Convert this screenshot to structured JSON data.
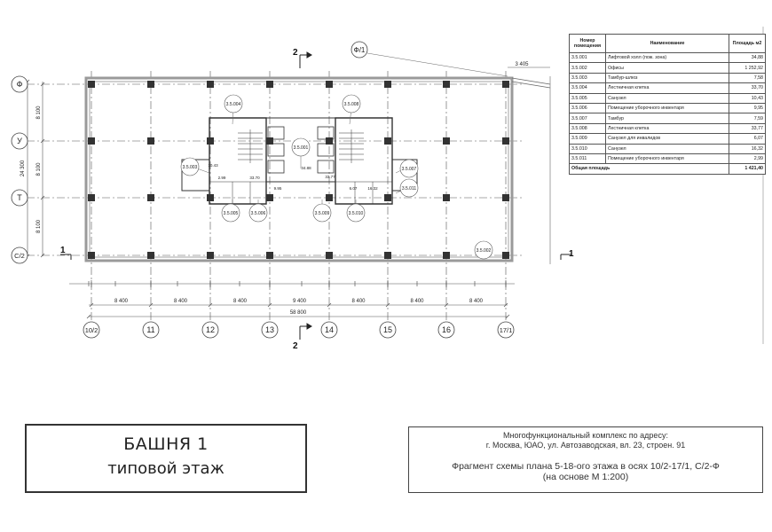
{
  "plan": {
    "section_mark": "2",
    "axis_left": [
      "Ф",
      "У",
      "Т",
      "С/2"
    ],
    "axis_bottom": [
      "10/2",
      "11",
      "12",
      "13",
      "14",
      "15",
      "16",
      "17/1"
    ],
    "axis_top_right": "Ф/1",
    "dim_top_right": "3 405",
    "dims_left": [
      "8 100",
      "8 100",
      "8 100"
    ],
    "dim_left_total": "24 300",
    "dims_bottom": [
      "8 400",
      "8 400",
      "8 400",
      "9 400",
      "8 400",
      "8 400",
      "8 400"
    ],
    "dim_bottom_total": "58 800",
    "side_mark": "1",
    "room_tags": [
      "3.5.004",
      "3.5.008",
      "3.5.001",
      "3.5.003",
      "3.5.007",
      "3.5.011",
      "3.5.005",
      "3.5.006",
      "3.5.009",
      "3.5.010",
      "3.5.002"
    ],
    "room_areas": [
      "2.99",
      "33.70",
      "9.95",
      "34.88",
      "10.43",
      "33.77",
      "6.07",
      "16.32"
    ]
  },
  "table": {
    "headers": [
      "Номер помещения",
      "Наименование",
      "Площадь м2"
    ],
    "rows": [
      [
        "3.5.001",
        "Лифтовой холл (пож. зона)",
        "34,88"
      ],
      [
        "3.5.002",
        "Офисы",
        "1 252,92"
      ],
      [
        "3.5.003",
        "Тамбур-шлюз",
        "7,58"
      ],
      [
        "3.5.004",
        "Лестничная клетка",
        "33,70"
      ],
      [
        "3.5.005",
        "Санузел",
        "10,43"
      ],
      [
        "3.5.006",
        "Помещение уборочного инвентаря",
        "9,95"
      ],
      [
        "3.5.007",
        "Тамбур",
        "7,59"
      ],
      [
        "3.5.008",
        "Лестничная клетка",
        "33,77"
      ],
      [
        "3.5.009",
        "Санузел для инвалидов",
        "6,07"
      ],
      [
        "3.5.010",
        "Санузел",
        "16,32"
      ],
      [
        "3.5.011",
        "Помещение уборочного инвентаря",
        "2,99"
      ]
    ],
    "total_label": "Общая площадь",
    "total_value": "1 421,40"
  },
  "title": {
    "line1": "БАШНЯ 1",
    "line2": "типовой этаж"
  },
  "info": {
    "address1": "Многофункциональный комплекс по адресу:",
    "address2": "г. Москва, ЮАО, ул. Автозаводская, вл. 23, строен. 91",
    "caption1": "Фрагмент схемы плана 5-18-ого этажа в осях 10/2-17/1, С/2-Ф",
    "caption2": "(на основе М 1:200)"
  }
}
